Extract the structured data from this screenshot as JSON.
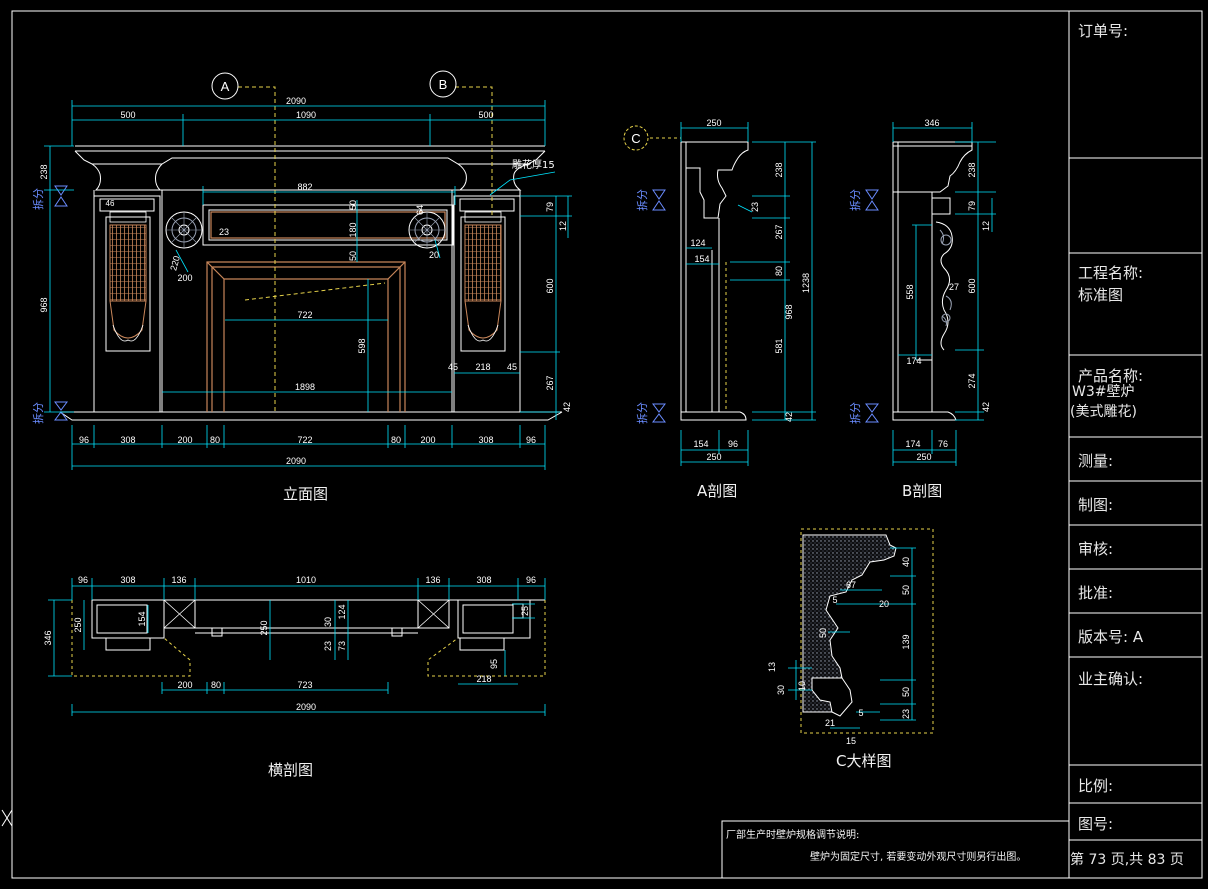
{
  "title_block": {
    "order_no_label": "订单号:",
    "project_label": "工程名称:",
    "project_value": "标准图",
    "product_label": "产品名称:",
    "product_value_1": "W3#壁炉",
    "product_value_2": "(美式雕花)",
    "measure_label": "测量:",
    "draw_label": "制图:",
    "review_label": "审核:",
    "approve_label": "批准:",
    "version_label": "版本号: A",
    "owner_label": "业主确认:",
    "scale_label": "比例:",
    "drawing_no_label": "图号:",
    "page_info": "第 73 页,共 83 页"
  },
  "notes": {
    "title": "厂部生产时壁炉规格调节说明:",
    "body": "壁炉为固定尺寸, 若要变动外观尺寸则另行出图。"
  },
  "views": {
    "elevation_title": "立面图",
    "section_a_title": "A剖图",
    "section_b_title": "B剖图",
    "cross_section_title": "横剖图",
    "detail_c_title": "C大样图"
  },
  "markers": {
    "a": "A",
    "b": "B",
    "c": "C"
  },
  "labels": {
    "split": "拆分",
    "carving": "雕花厚15"
  },
  "dims": {
    "elev": {
      "overall": "2090",
      "top_left": "500",
      "top_mid": "1090",
      "top_right": "500",
      "inner_top": "882",
      "panel_h1": "50",
      "panel_h2": "180",
      "panel_h3": "50",
      "rosette_gap": "23",
      "rosette_d1": "64",
      "rosette_d2": "20",
      "rosette_r": "220",
      "left_238": "238",
      "left_968": "968",
      "col_200": "200",
      "opening_722": "722",
      "opening_598": "598",
      "inner_1898": "1898",
      "right_79": "79",
      "right_12": "12",
      "right_600": "600",
      "right_267": "267",
      "right_42": "42",
      "pil_45a": "45",
      "pil_218": "218",
      "pil_45b": "45",
      "b_96a": "96",
      "b_308a": "308",
      "b_200a": "200",
      "b_80a": "80",
      "b_722": "722",
      "b_80b": "80",
      "b_200b": "200",
      "b_308b": "308",
      "b_96b": "96",
      "bottom_2090": "2090",
      "small_46": "46"
    },
    "secA": {
      "top_250": "250",
      "r_238": "238",
      "r_23": "23",
      "r_267": "267",
      "r_80": "80",
      "r_968": "968",
      "r_581": "581",
      "r_1238": "1238",
      "r_42": "42",
      "l_124": "124",
      "l_154": "154",
      "b_154": "154",
      "b_96": "96",
      "b_250": "250"
    },
    "secB": {
      "top_346": "346",
      "r_238": "238",
      "r_79": "79",
      "r_12": "12",
      "r_600": "600",
      "r_274": "274",
      "r_42": "42",
      "in_558": "558",
      "in_27": "27",
      "b_174a": "174",
      "b_174": "174",
      "b_76": "76",
      "b_250": "250"
    },
    "cross": {
      "t_96a": "96",
      "t_308a": "308",
      "t_136a": "136",
      "t_1010": "1010",
      "t_136b": "136",
      "t_308b": "308",
      "t_96b": "96",
      "l_346": "346",
      "l_250": "250",
      "in_154": "154",
      "m_250": "250",
      "m_30": "30",
      "m_124": "124",
      "m_23": "23",
      "m_73": "73",
      "r_25": "25",
      "r_95": "95",
      "r_218": "218",
      "b_200": "200",
      "b_80": "80",
      "b_723": "723",
      "bottom_2090": "2090"
    },
    "detC": {
      "r_40": "40",
      "r_50a": "50",
      "r_139": "139",
      "r_50b": "50",
      "r_23": "23",
      "in_67": "67",
      "in_20": "20",
      "in_5": "5",
      "in_50": "50",
      "l_13": "13",
      "l_30": "30",
      "l_10": "10",
      "b_21": "21",
      "b_15": "15",
      "b_5": "5"
    }
  },
  "colors": {
    "background": "#000000",
    "outline": "#ffffff",
    "dimension": "#00e5ff",
    "wood": "#c8865a",
    "hatch": "#9aa3b5",
    "accent_yellow": "#e6d24a",
    "split_label": "#6a8cff"
  }
}
